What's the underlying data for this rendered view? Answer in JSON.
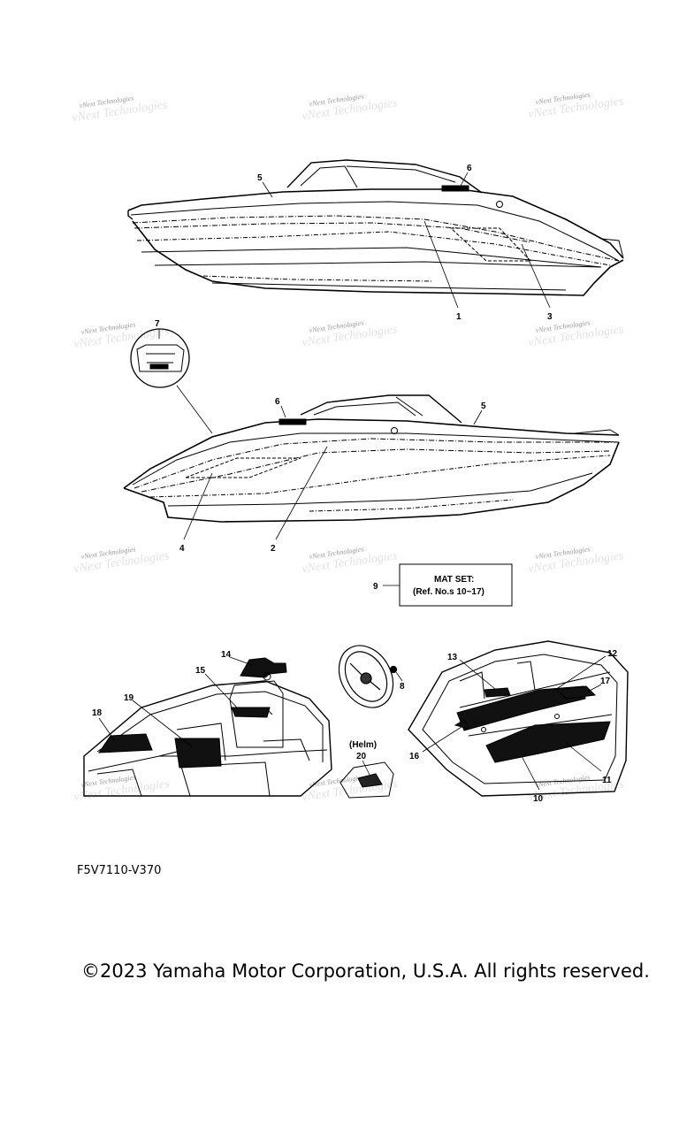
{
  "watermark": {
    "text": "vNext Technologies"
  },
  "callouts": {
    "c1": "1",
    "c2": "2",
    "c3": "3",
    "c4": "4",
    "c5a": "5",
    "c5b": "5",
    "c6a": "6",
    "c6b": "6",
    "c7": "7",
    "c8": "8",
    "c9": "9",
    "c10": "10",
    "c11": "11",
    "c12": "12",
    "c13": "13",
    "c14": "14",
    "c15": "15",
    "c16": "16",
    "c17": "17",
    "c18": "18",
    "c19": "19",
    "c20": "20"
  },
  "mat_set": {
    "line1": "MAT SET:",
    "line2": "(Ref. No.s 10~17)"
  },
  "helm_label": "(Helm)",
  "part_code": "F5V7110-V370",
  "copyright": "©2023 Yamaha Motor Corporation, U.S.A. All rights reserved."
}
